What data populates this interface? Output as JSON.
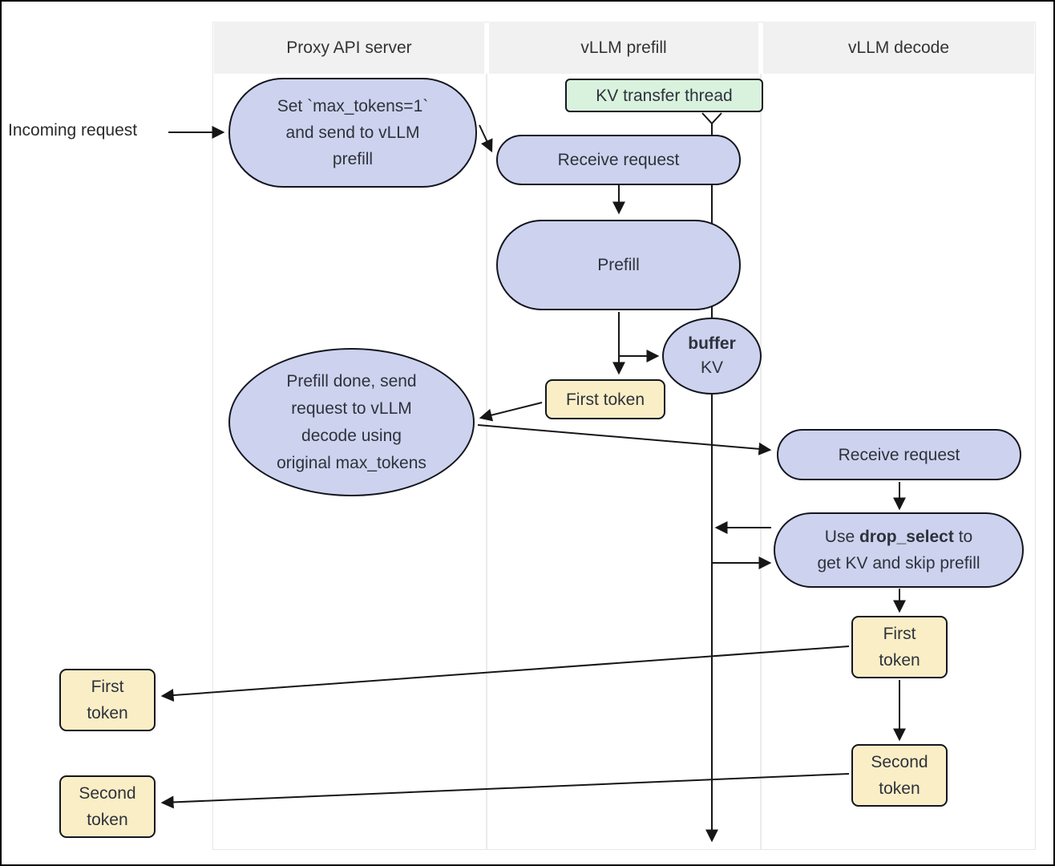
{
  "header": {
    "lanes": [
      {
        "label": "Proxy API server"
      },
      {
        "label": "vLLM prefill"
      },
      {
        "label": "vLLM decode"
      }
    ]
  },
  "external": {
    "incoming_request": "Incoming request"
  },
  "nodes": {
    "kv_transfer_thread": {
      "label": "KV transfer thread"
    },
    "set_max_tokens": {
      "label": "Set `max_tokens=1`\nand send to vLLM\nprefill"
    },
    "receive_request_prefill": {
      "label": "Receive request"
    },
    "prefill": {
      "label": "Prefill"
    },
    "buffer_kv": {
      "bold": "buffer",
      "line2": "KV"
    },
    "first_token_prefill": {
      "label": "First token"
    },
    "prefill_done": {
      "label": "Prefill done, send\nrequest to vLLM\ndecode using\noriginal max_tokens"
    },
    "receive_request_decode": {
      "label": "Receive request"
    },
    "drop_select": {
      "pre": "Use ",
      "bold": "drop_select",
      "post": " to",
      "line2": "get KV and skip prefill"
    },
    "first_token_decode": {
      "label": "First\ntoken"
    },
    "second_token_decode": {
      "label": "Second\ntoken"
    },
    "first_token_out": {
      "label": "First\ntoken"
    },
    "second_token_out": {
      "label": "Second\ntoken"
    }
  },
  "colors": {
    "process_fill": "#cdd3ee",
    "token_fill": "#faeec6",
    "thread_fill": "#d9f2de",
    "node_stroke": "#14161f",
    "arrow": "#161616",
    "header_bg": "#f1f1f1",
    "text": "#2e323c"
  }
}
